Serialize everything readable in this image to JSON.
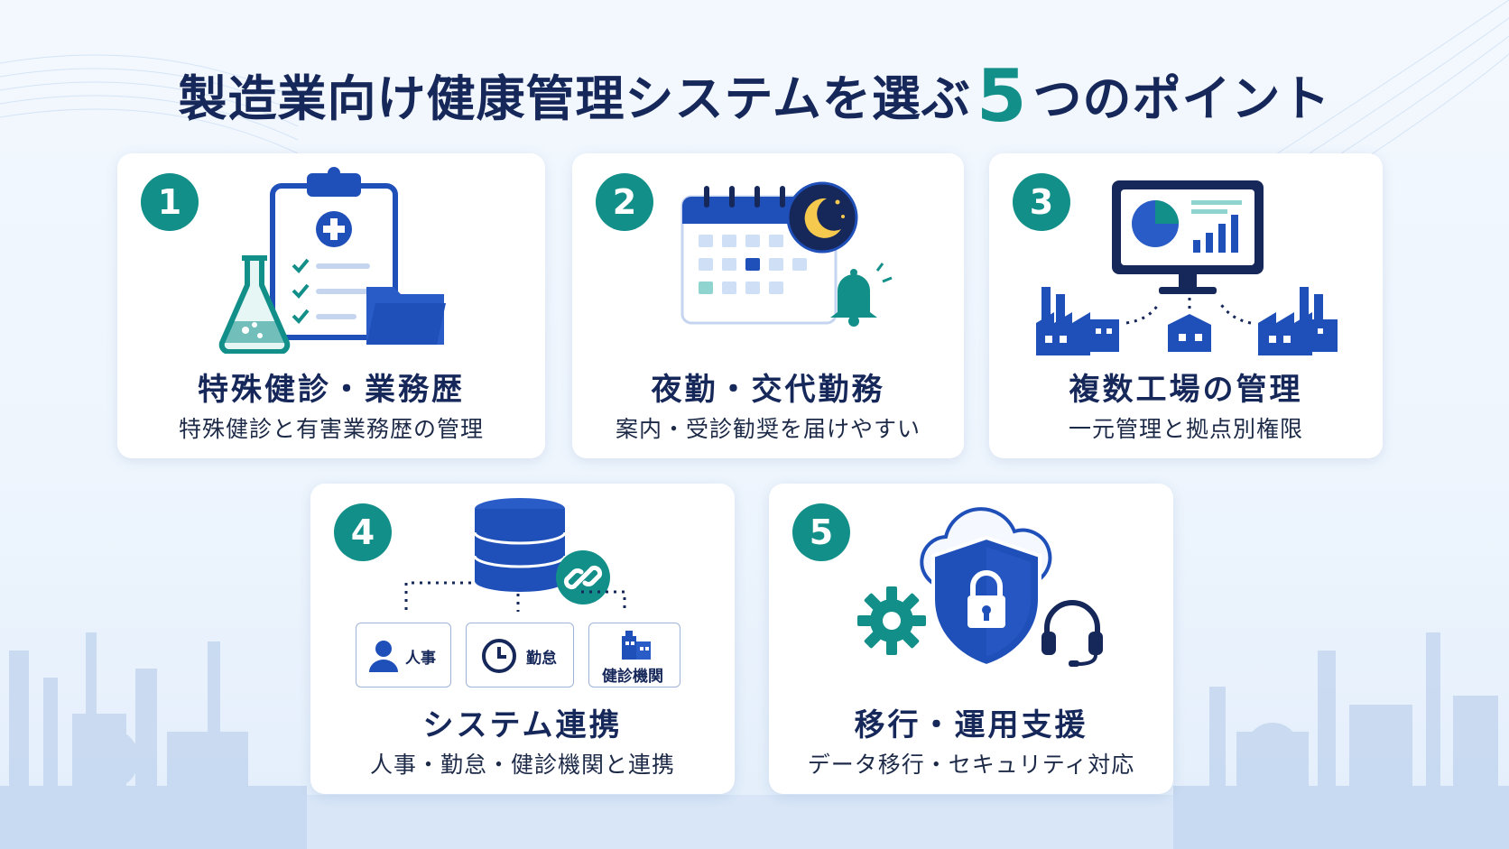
{
  "title": {
    "before": "製造業向け健康管理システムを選ぶ",
    "number": "5",
    "after": "つのポイント"
  },
  "colors": {
    "navy": "#16275a",
    "blue": "#1f4fb8",
    "teal": "#138f8a",
    "light_blue": "#cfdff5"
  },
  "cards": [
    {
      "number": "1",
      "label": "特殊健診・業務歴",
      "desc": "特殊健診と有害業務歴の管理",
      "icons": [
        "clipboard-icon",
        "flask-icon",
        "folder-icon"
      ]
    },
    {
      "number": "2",
      "label": "夜勤・交代勤務",
      "desc": "案内・受診勧奨を届けやすい",
      "icons": [
        "calendar-icon",
        "moon-icon",
        "bell-icon"
      ]
    },
    {
      "number": "3",
      "label": "複数工場の管理",
      "desc": "一元管理と拠点別権限",
      "icons": [
        "monitor-icon",
        "factory-icon"
      ]
    },
    {
      "number": "4",
      "label": "システム連携",
      "desc": "人事・勤怠・健診機関と連携",
      "icons": [
        "database-icon",
        "link-icon"
      ]
    },
    {
      "number": "5",
      "label": "移行・運用支援",
      "desc": "データ移行・セキュリティ対応",
      "icons": [
        "shield-lock-icon",
        "gear-icon",
        "headset-icon",
        "cloud-icon"
      ]
    }
  ],
  "integrations": [
    {
      "label": "人事",
      "icon": "person-icon"
    },
    {
      "label": "勤怠",
      "icon": "clock-icon"
    },
    {
      "label": "健診機関",
      "icon": "building-icon"
    }
  ]
}
